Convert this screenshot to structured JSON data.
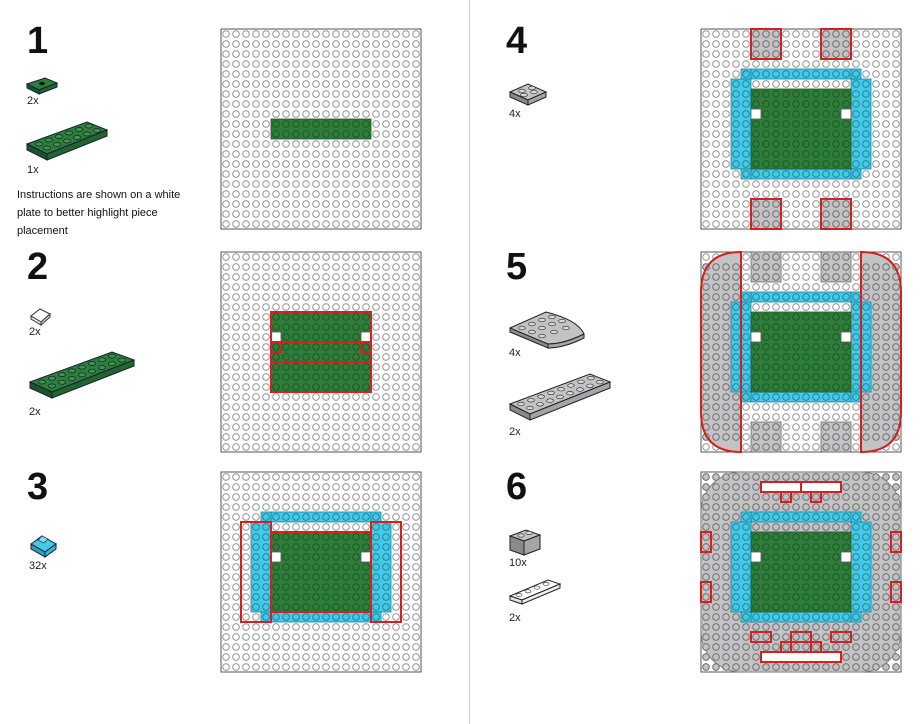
{
  "note": "Instructions are shown on a white plate to better highlight piece placement",
  "colors": {
    "green": "#2e7d3a",
    "green_dark": "#1d5527",
    "cyan": "#45c9e6",
    "gray": "#c3c3c6",
    "gray_dark": "#8a8a8e",
    "red": "#d61f1f",
    "plate": "#ffffff",
    "stud": "#888888"
  },
  "steps": [
    {
      "number": "1",
      "parts": [
        {
          "qty": "2x",
          "name": "green 1x2 plate with stud"
        },
        {
          "qty": "1x",
          "name": "green 2x6 plate"
        }
      ]
    },
    {
      "number": "2",
      "parts": [
        {
          "qty": "2x",
          "name": "white 1x1 slope"
        },
        {
          "qty": "2x",
          "name": "green 2x8 plate"
        }
      ]
    },
    {
      "number": "3",
      "parts": [
        {
          "qty": "32x",
          "name": "cyan 1x1 slope"
        }
      ]
    },
    {
      "number": "4",
      "parts": [
        {
          "qty": "4x",
          "name": "gray 2x2 tile"
        }
      ]
    },
    {
      "number": "5",
      "parts": [
        {
          "qty": "4x",
          "name": "gray 4x4 round corner plate"
        },
        {
          "qty": "2x",
          "name": "gray 2x8 plate"
        }
      ]
    },
    {
      "number": "6",
      "parts": [
        {
          "qty": "10x",
          "name": "gray 1x2 brick"
        },
        {
          "qty": "2x",
          "name": "white 1x4 tile"
        }
      ]
    }
  ]
}
